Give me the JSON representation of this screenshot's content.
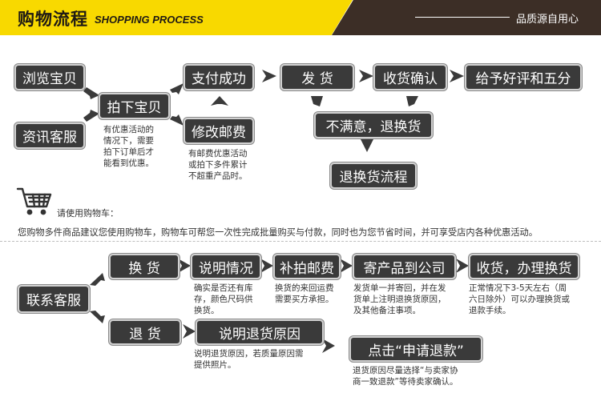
{
  "header": {
    "title": "购物流程",
    "subtitle": "SHOPPING PROCESS",
    "right_text": "品质源自用心"
  },
  "flow1": {
    "browse": "浏览宝贝",
    "consult": "资讯客服",
    "order": "拍下宝贝",
    "order_note": [
      "有优惠活动的",
      "情况下，需要",
      "拍下订单后才",
      "能看到优惠。"
    ],
    "pay": "支付成功",
    "modify_postage": "修改邮费",
    "modify_note": [
      "有邮费优惠活动",
      "或拍下多件累计",
      "不超重产品时。"
    ],
    "ship": "发 货",
    "confirm": "收货确认",
    "review": "给予好评和五分",
    "unsatisfied": "不满意，退换货",
    "return_process": "退换货流程"
  },
  "cart": {
    "tip": "请使用购物车：",
    "text": "您购物多件商品建议您使用购物车，购物车可帮您一次性完成批量购买与付款，同时也为您节省时间，并可享受店内各种优惠活动。"
  },
  "flow2": {
    "contact": "联系客服",
    "exchange": "换 货",
    "explain": "说明情况",
    "explain_note": [
      "确实是否还有库",
      "存，颜色尺码供",
      "换货。"
    ],
    "pay_postage": "补拍邮费",
    "pay_postage_note": [
      "换货的来回运费",
      "需要买方承担。"
    ],
    "send_to": "寄产品到公司",
    "send_note": [
      "发货单一并寄回，并在发",
      "货单上注明退换货原因，",
      "及其他备注事项。"
    ],
    "receive": "收货，办理换货",
    "receive_note": [
      "正常情况下3-5天左右（周",
      "六日除外）可以办理换货或",
      "退款手续。"
    ],
    "refund": "退 货",
    "reason": "说明退货原因",
    "reason_note": [
      "说明退货原因，若质量原因需",
      "提供照片。"
    ],
    "apply": "点击“申请退款”",
    "apply_note": [
      "退货原因尽量选择“与卖家协",
      "商一致退款”等待卖家确认。"
    ]
  }
}
